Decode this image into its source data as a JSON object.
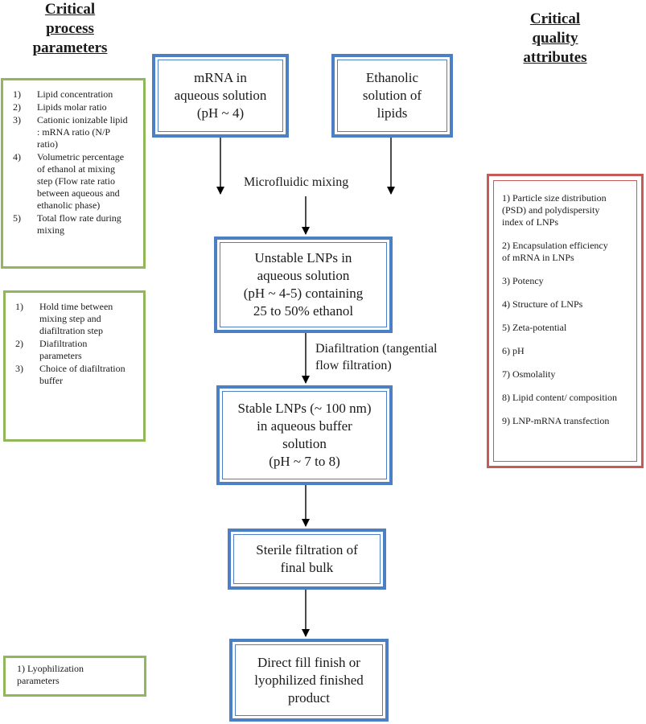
{
  "headings": {
    "left": "Critical\nprocess\nparameters",
    "right": "Critical\nquality\nattributes"
  },
  "process": {
    "mrna": "mRNA in\naqueous solution\n(pH ~ 4)",
    "lipids": "Ethanolic\nsolution of\nlipids",
    "unstable": "Unstable LNPs in\naqueous solution\n(pH ~ 4-5) containing\n25 to 50% ethanol",
    "stable": "Stable LNPs (~ 100 nm)\nin aqueous buffer\nsolution\n(pH ~  7 to 8)",
    "sterile": "Sterile filtration of\nfinal bulk",
    "fill": "Direct fill finish or\nlyophilized finished\nproduct"
  },
  "steps": {
    "mixing": "Microfluidic mixing",
    "diafiltration": "Diafiltration (tangential\nflow filtration)"
  },
  "cpp_mixing": [
    {
      "num": "1)",
      "text": "Lipid concentration"
    },
    {
      "num": "2)",
      "text": "Lipids molar ratio"
    },
    {
      "num": "3)",
      "text": "Cationic ionizable lipid\n: mRNA ratio (N/P\nratio)"
    },
    {
      "num": "4)",
      "text": "Volumetric percentage\nof ethanol at mixing\nstep (Flow rate ratio\nbetween aqueous and\nethanolic phase)"
    },
    {
      "num": "5)",
      "text": "Total flow rate during\nmixing"
    }
  ],
  "cpp_diafiltration": [
    {
      "num": "1)",
      "text": "Hold time between\nmixing step and\ndiafiltration step"
    },
    {
      "num": "2)",
      "text": "Diafiltration\nparameters"
    },
    {
      "num": "3)",
      "text": "Choice of diafiltration\nbuffer"
    }
  ],
  "cpp_lyophilization": "1) Lyophilization\n      parameters",
  "cqa": [
    "1) Particle size distribution\n      (PSD) and polydispersity\n      index of LNPs",
    "2) Encapsulation efficiency\n      of mRNA in LNPs",
    "3) Potency",
    "4) Structure of LNPs",
    "5) Zeta-potential",
    "6) pH",
    "7) Osmolality",
    "8) Lipid content/ composition",
    "9) LNP-mRNA transfection"
  ],
  "colors": {
    "process_border": "#4d7fc4",
    "cpp_border": "#92b65a",
    "cqa_border": "#c55a56"
  }
}
